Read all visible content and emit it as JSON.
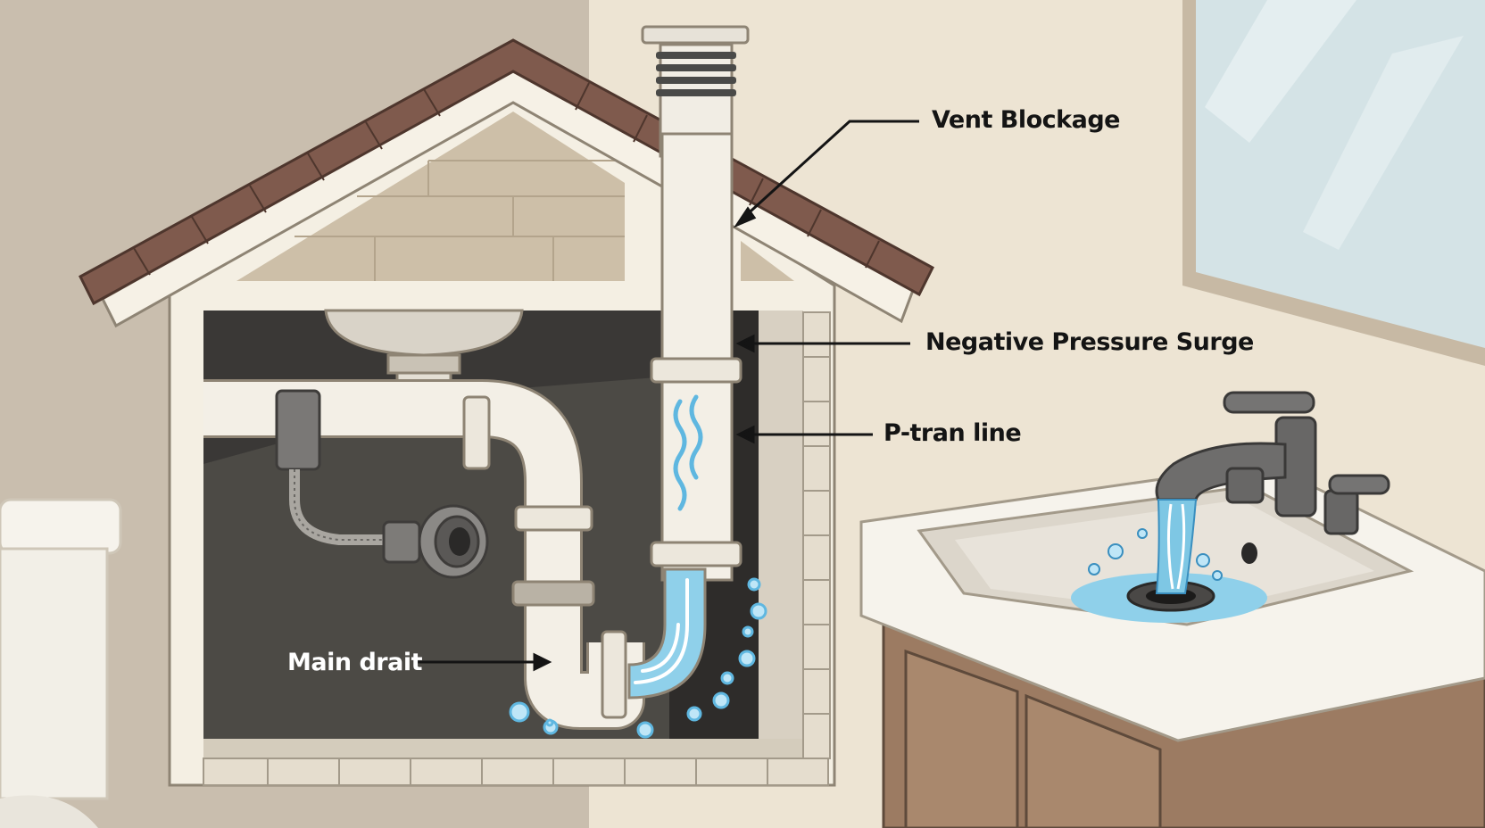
{
  "labels": {
    "vent_blockage": "Vent Blockage",
    "negative_pressure_surge": "Negative Pressure Surge",
    "ptrap_line": "P-tran line",
    "main_drain": "Main drait"
  },
  "colors": {
    "wall_left": "#c9beae",
    "wall_right": "#ede4d3",
    "roof_tile": "#7f5a4d",
    "cavity": "#3a3836",
    "pipe": "#f3efe6",
    "water": "#7ec7e4",
    "vanity": "#9c7b62",
    "faucet": "#686766"
  }
}
